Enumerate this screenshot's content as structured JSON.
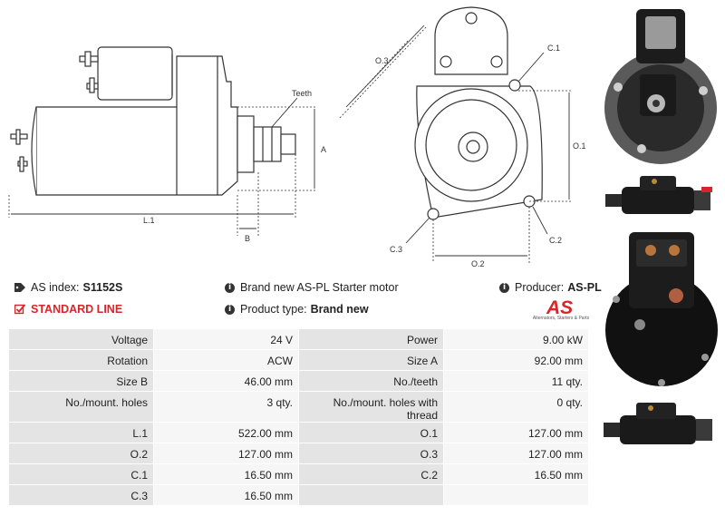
{
  "drawing": {
    "teeth_label": "Teeth",
    "dim_a": "A",
    "dim_b": "B",
    "dim_l1": "L.1",
    "dim_o1": "O.1",
    "dim_o2": "O.2",
    "dim_o3": "O.3",
    "dim_c1": "C.1",
    "dim_c2": "C.2",
    "dim_c3": "C.3"
  },
  "info": {
    "as_index_label": "AS index:",
    "as_index_value": "S1152S",
    "standard_line": "STANDARD LINE",
    "description": "Brand new AS-PL Starter motor",
    "product_type_label": "Product type:",
    "product_type_value": "Brand new",
    "producer_label": "Producer:",
    "producer_value": "AS-PL"
  },
  "logo": {
    "mark": "AS",
    "tagline": "Alternators, Starters & Parts"
  },
  "colors": {
    "accent_red": "#d9252a",
    "label_bg": "#e4e4e4",
    "value_bg": "#f6f6f6"
  },
  "specs": [
    {
      "l1": "Voltage",
      "v1": "24 V",
      "l2": "Power",
      "v2": "9.00 kW"
    },
    {
      "l1": "Rotation",
      "v1": "ACW",
      "l2": "Size A",
      "v2": "92.00 mm"
    },
    {
      "l1": "Size B",
      "v1": "46.00 mm",
      "l2": "No./teeth",
      "v2": "11 qty."
    },
    {
      "l1": "No./mount. holes",
      "v1": "3 qty.",
      "l2": "No./mount. holes with thread",
      "v2": "0 qty."
    },
    {
      "l1": "L.1",
      "v1": "522.00 mm",
      "l2": "O.1",
      "v2": "127.00 mm"
    },
    {
      "l1": "O.2",
      "v1": "127.00 mm",
      "l2": "O.3",
      "v2": "127.00 mm"
    },
    {
      "l1": "C.1",
      "v1": "16.50 mm",
      "l2": "C.2",
      "v2": "16.50 mm"
    },
    {
      "l1": "C.3",
      "v1": "16.50 mm",
      "l2": "",
      "v2": ""
    }
  ]
}
